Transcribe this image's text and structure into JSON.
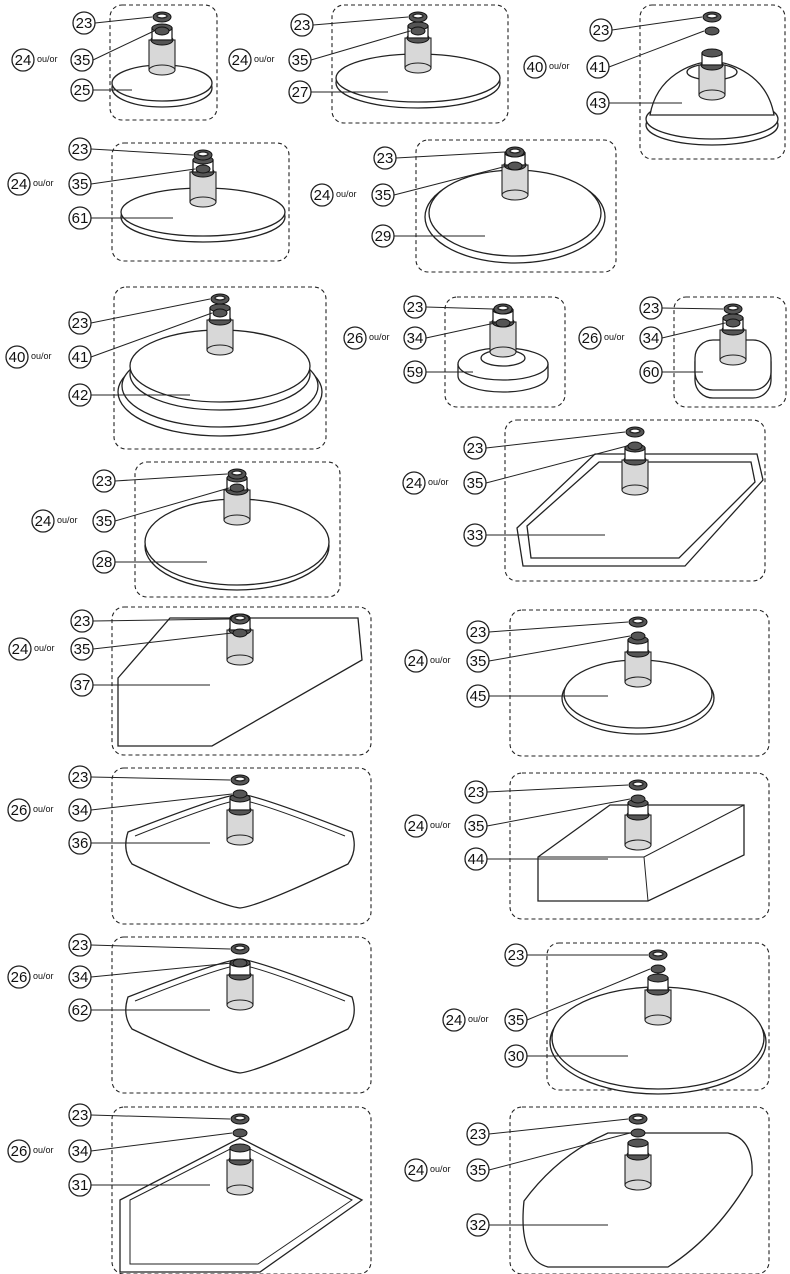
{
  "connector_text": "ou/or",
  "groups": [
    {
      "labels": [
        "23",
        "24",
        "35",
        "25"
      ]
    },
    {
      "labels": [
        "23",
        "24",
        "35",
        "27"
      ]
    },
    {
      "labels": [
        "23",
        "40",
        "41",
        "43"
      ]
    },
    {
      "labels": [
        "23",
        "24",
        "35",
        "61"
      ]
    },
    {
      "labels": [
        "23",
        "24",
        "35",
        "29"
      ]
    },
    {
      "labels": [
        "23",
        "40",
        "41",
        "42"
      ]
    },
    {
      "labels": [
        "23",
        "26",
        "34",
        "59"
      ]
    },
    {
      "labels": [
        "23",
        "26",
        "34",
        "60"
      ]
    },
    {
      "labels": [
        "23",
        "24",
        "35",
        "33"
      ]
    },
    {
      "labels": [
        "23",
        "24",
        "35",
        "28"
      ]
    },
    {
      "labels": [
        "23",
        "24",
        "35",
        "37"
      ]
    },
    {
      "labels": [
        "23",
        "24",
        "35",
        "45"
      ]
    },
    {
      "labels": [
        "23",
        "26",
        "34",
        "36"
      ]
    },
    {
      "labels": [
        "23",
        "24",
        "35",
        "44"
      ]
    },
    {
      "labels": [
        "23",
        "26",
        "34",
        "62"
      ]
    },
    {
      "labels": [
        "23",
        "24",
        "35",
        "30"
      ]
    },
    {
      "labels": [
        "23",
        "26",
        "34",
        "31"
      ]
    },
    {
      "labels": [
        "23",
        "24",
        "35",
        "32"
      ]
    }
  ]
}
